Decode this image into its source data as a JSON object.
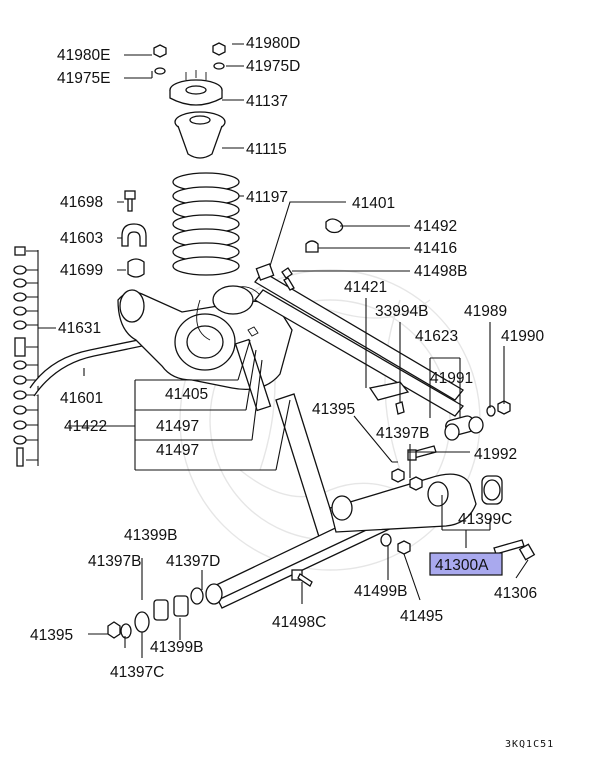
{
  "diagram_code": "3KQ1C51",
  "highlight_color": "#a9a9ee",
  "labels": {
    "p41980E": "41980E",
    "p41975E": "41975E",
    "p41980D": "41980D",
    "p41975D": "41975D",
    "p41137": "41137",
    "p41115": "41115",
    "p41197": "41197",
    "p41698": "41698",
    "p41603": "41603",
    "p41699": "41699",
    "p41631": "41631",
    "p41601": "41601",
    "p41422": "41422",
    "p41401": "41401",
    "p41492": "41492",
    "p41416": "41416",
    "p41498B": "41498B",
    "p41421": "41421",
    "p33994B": "33994B",
    "p41989": "41989",
    "p41623": "41623",
    "p41990": "41990",
    "p41991": "41991",
    "p41405": "41405",
    "p41497a": "41497",
    "p41497b": "41497",
    "p41395a": "41395",
    "p41397Ba": "41397B",
    "p41992": "41992",
    "p41399C": "41399C",
    "p41300A": "41300A",
    "p41306": "41306",
    "p41399Ba": "41399B",
    "p41397Bb": "41397B",
    "p41397D": "41397D",
    "p41395b": "41395",
    "p41399Bb": "41399B",
    "p41397C": "41397C",
    "p41498C": "41498C",
    "p41499B": "41499B",
    "p41495": "41495"
  }
}
